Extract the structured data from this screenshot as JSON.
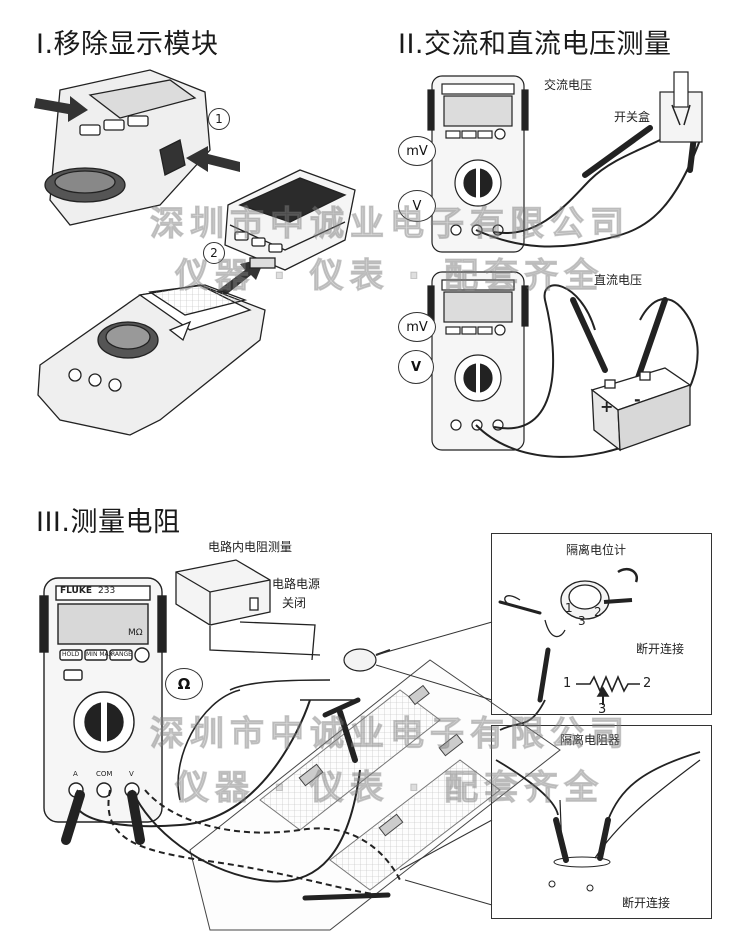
{
  "section1": {
    "title": "I.移除显示模块",
    "step1": "1",
    "step2": "2"
  },
  "section2": {
    "title": "II.交流和直流电压测量",
    "ac_label": "交流电压",
    "switchbox_label": "开关盒",
    "dc_label": "直流电压",
    "callout_mv_ac": "mV",
    "callout_v_ac": "V",
    "callout_mv_dc": "mV",
    "callout_v_dc": "V"
  },
  "section3": {
    "title": "III.测量电阻",
    "incircuit_label": "电路内电阻测量",
    "power_label_1": "电路电源",
    "power_label_2": "关闭",
    "callout_ohm": "Ω",
    "pot_inset_title": "隔离电位计",
    "pot_pins": [
      "1",
      "3",
      "2"
    ],
    "disconnect_label_1": "断开连接",
    "schematic_left": "1",
    "schematic_right": "2",
    "schematic_wiper": "3",
    "resistor_inset_title": "隔离电阻器",
    "disconnect_label_2": "断开连接"
  },
  "meter": {
    "brand": "FLUKE",
    "model": "233",
    "buttons": [
      "HOLD",
      "MIN MAX",
      "RANGE"
    ],
    "jack_labels": [
      "A",
      "COM",
      "V"
    ],
    "range_text": "MΩ"
  },
  "battery": {
    "plus": "+",
    "minus": "-"
  },
  "watermark": {
    "line1": "深圳市中诚业电子有限公司",
    "line2": "仪器 · 仪表 · 配套齐全"
  }
}
